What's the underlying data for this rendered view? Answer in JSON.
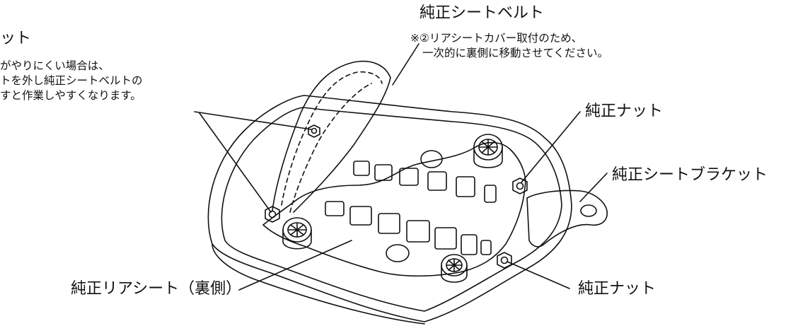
{
  "labels": {
    "belt": "純正シートベルト",
    "belt_note_1": "※②リアシートカバー取付のため、",
    "belt_note_2": "一次的に裏側に移動させてください。",
    "nut_top": "純正ナット",
    "bracket": "純正シートブラケット",
    "nut_bottom": "純正ナット",
    "rear_seat": "純正リアシート（裏側）",
    "left_title": "ット",
    "left_note_1": "がやりにくい場合は、",
    "left_note_2": "トを外し純正シートベルトの",
    "left_note_3": "すと作業しやすくなります。"
  },
  "colors": {
    "line": "#111111",
    "background": "#ffffff"
  }
}
